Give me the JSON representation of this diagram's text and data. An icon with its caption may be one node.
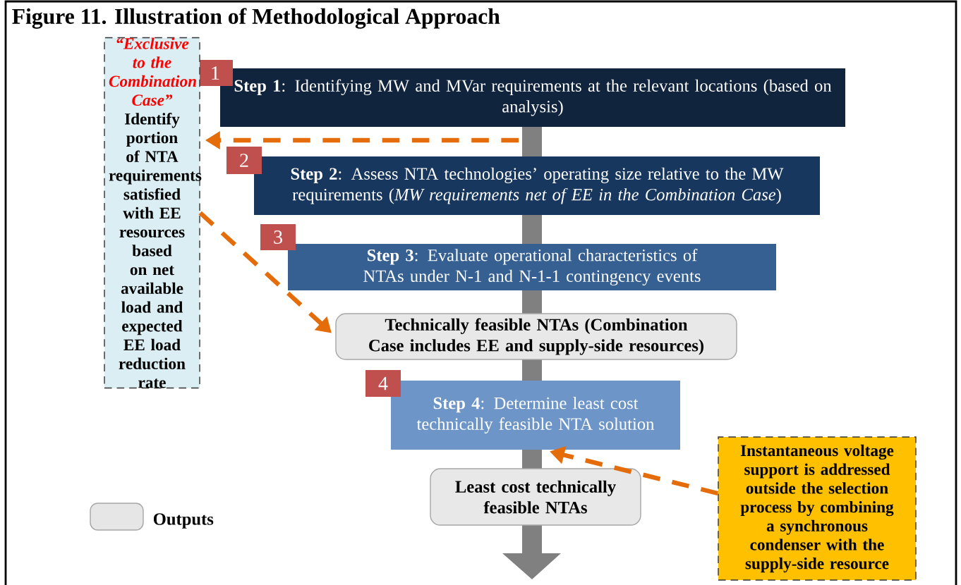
{
  "diagram": {
    "title": "Figure 11. Illustration of Methodological Approach",
    "nodes": [
      {
        "text": [
          "1"
        ]
      },
      {
        "text": [
          "**Step 1**: Identifying MW and MVar requirements at the relevant locations (based on analysis)"
        ]
      },
      {
        "text": [
          "2"
        ]
      },
      {
        "text": [
          "**Step 2**: Assess NTA technologies’ operating size relative to the MW requirements (*MW requirements net of EE in the Combination Case*)"
        ]
      },
      {
        "text": [
          "3"
        ]
      },
      {
        "text": [
          "**Step 3**: Evaluate operational characteristics of NTAs under N-1 and N-1-1 contingency events"
        ]
      },
      {
        "text": [
          "Technically feasible NTAs (Combination Case includes EE and supply-side resources)"
        ]
      },
      {
        "text": [
          "4"
        ]
      },
      {
        "text": [
          "**Step 4**: Determine least cost technically feasible NTA solution"
        ]
      },
      {
        "text": [
          "Least cost technically feasible NTAs"
        ]
      },
      {
        "text": [
          "“Exclusive to the Combination Case”",
          "Identify portion of NTA requirements satisfied with EE resources based on net available load and expected EE load reduction rate"
        ]
      },
      {
        "text": [
          "Instantaneous voltage support is addressed outside the selection process by combining a synchronous condenser with the supply-side resource"
        ]
      }
    ],
    "edges": [
      {
        "from": null,
        "to": 10,
        "arrow": "to",
        "style": "dashed",
        "color": "#e46c0a"
      },
      {
        "from": 10,
        "to": 6,
        "arrow": "to",
        "style": "dashed",
        "color": "#e46c0a"
      },
      {
        "from": 11,
        "to": 8,
        "arrow": "to",
        "style": "dashed",
        "color": "#e46c0a"
      }
    ],
    "legend": [
      {
        "text": "Outputs",
        "color": "#e6e6e6"
      }
    ]
  }
}
